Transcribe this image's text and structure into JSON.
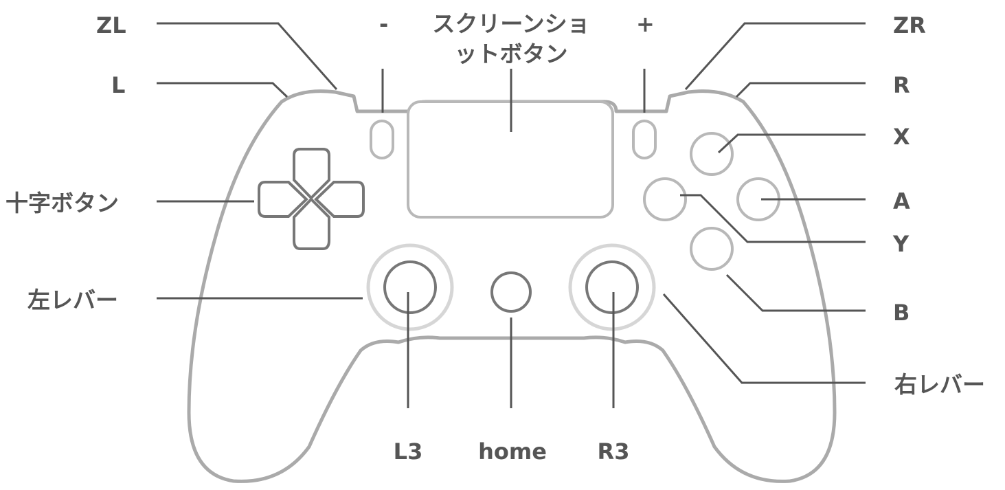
{
  "labels": {
    "zl": "ZL",
    "l": "L",
    "minus": "-",
    "screenshot_line1": "スクリーンショ",
    "screenshot_line2": "ットボタン",
    "plus": "+",
    "zr": "ZR",
    "r": "R",
    "x": "X",
    "a": "A",
    "y": "Y",
    "b": "B",
    "dpad": "十字ボタン",
    "left_stick": "左レバー",
    "right_stick": "右レバー",
    "l3": "L3",
    "home": "home",
    "r3": "R3"
  },
  "icons": {
    "controller": "gamepad-icon"
  },
  "colors": {
    "label_text": "#555555",
    "leader_line": "#555555",
    "controller_outline": "#aaaaaa",
    "dark_parts": "#777777",
    "light_parts": "#b8b8b8"
  }
}
